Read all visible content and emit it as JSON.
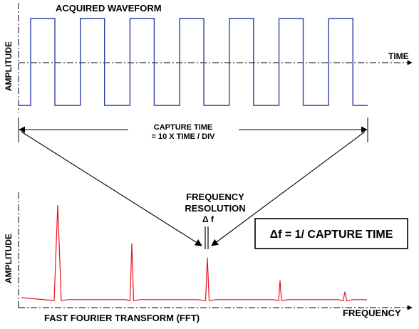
{
  "top_panel": {
    "title": "ACQUIRED WAVEFORM",
    "y_axis_label": "AMPLITUDE",
    "x_axis_label": "TIME",
    "waveform_color": "#2f3fa8",
    "cycles": 7
  },
  "capture_annotation": {
    "line1": "CAPTURE TIME",
    "line2": "= 10 X TIME / DIV"
  },
  "resolution_annotation": {
    "line1": "FREQUENCY",
    "line2": "RESOLUTION",
    "symbol": "Δ f"
  },
  "formula_box": {
    "text": "Δf = 1/ CAPTURE TIME"
  },
  "bottom_panel": {
    "title": "FAST FOURIER TRANSFORM (FFT)",
    "y_axis_label": "AMPLITUDE",
    "x_axis_label": "FREQUENCY",
    "spectrum_color": "#e8141c",
    "peaks_relative_amplitude": [
      1.0,
      0.6,
      0.45,
      0.21,
      0.09
    ]
  }
}
